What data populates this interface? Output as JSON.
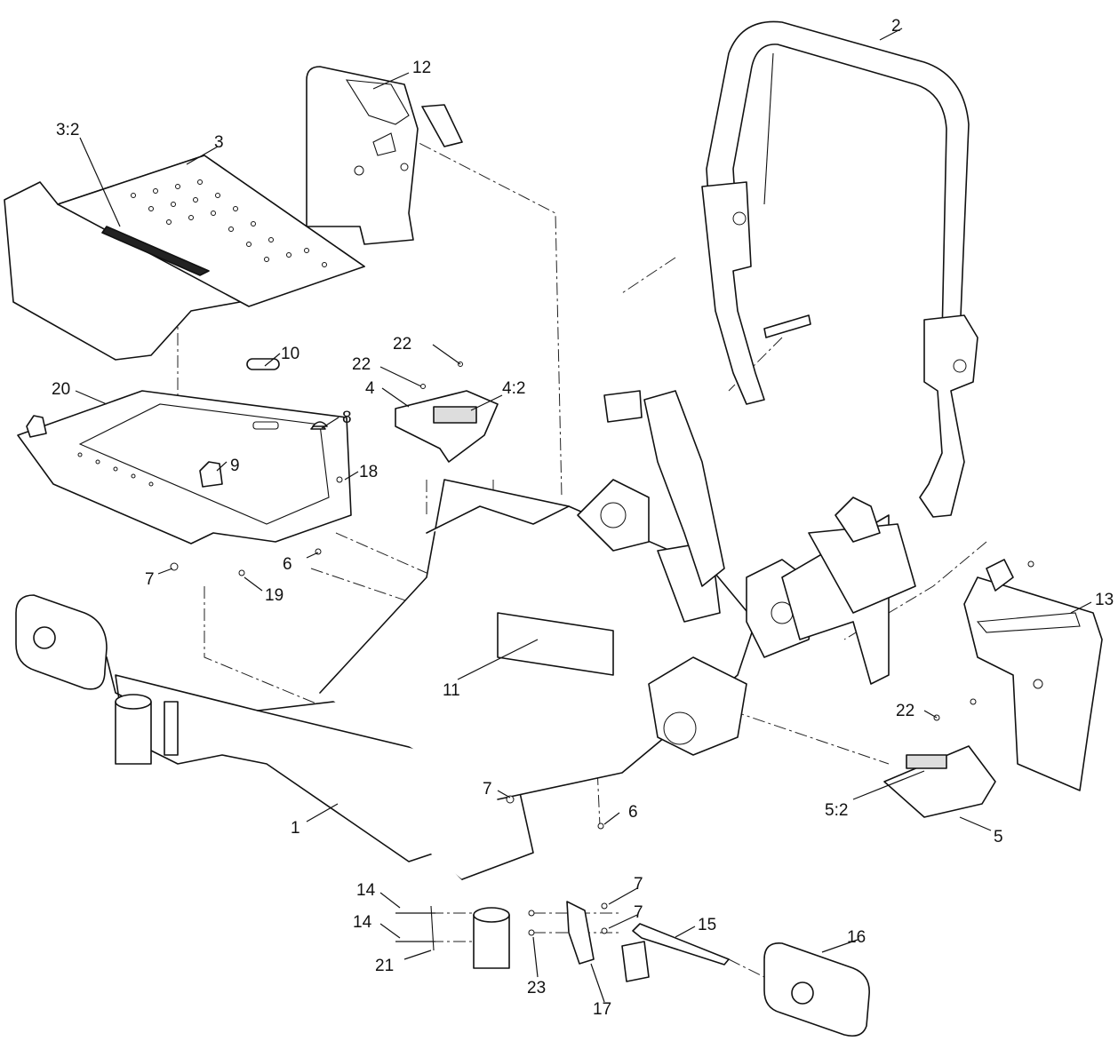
{
  "diagram": {
    "title": "",
    "callouts": [
      {
        "id": "c2",
        "text": "2"
      },
      {
        "id": "c12",
        "text": "12"
      },
      {
        "id": "c3_2",
        "text": "3:2"
      },
      {
        "id": "c3",
        "text": "3"
      },
      {
        "id": "c10",
        "text": "10"
      },
      {
        "id": "c22a",
        "text": "22"
      },
      {
        "id": "c22b",
        "text": "22"
      },
      {
        "id": "c4",
        "text": "4"
      },
      {
        "id": "c4_2",
        "text": "4:2"
      },
      {
        "id": "c20",
        "text": "20"
      },
      {
        "id": "c8",
        "text": "8"
      },
      {
        "id": "c9",
        "text": "9"
      },
      {
        "id": "c18",
        "text": "18"
      },
      {
        "id": "c6a",
        "text": "6"
      },
      {
        "id": "c7a",
        "text": "7"
      },
      {
        "id": "c19",
        "text": "19"
      },
      {
        "id": "c13",
        "text": "13"
      },
      {
        "id": "c11",
        "text": "11"
      },
      {
        "id": "c22c",
        "text": "22"
      },
      {
        "id": "c5_2",
        "text": "5:2"
      },
      {
        "id": "c5",
        "text": "5"
      },
      {
        "id": "c7b",
        "text": "7"
      },
      {
        "id": "c6b",
        "text": "6"
      },
      {
        "id": "c1",
        "text": "1"
      },
      {
        "id": "c14a",
        "text": "14"
      },
      {
        "id": "c14b",
        "text": "14"
      },
      {
        "id": "c7c",
        "text": "7"
      },
      {
        "id": "c7d",
        "text": "7"
      },
      {
        "id": "c15",
        "text": "15"
      },
      {
        "id": "c16",
        "text": "16"
      },
      {
        "id": "c21",
        "text": "21"
      },
      {
        "id": "c23",
        "text": "23"
      },
      {
        "id": "c17",
        "text": "17"
      }
    ]
  }
}
